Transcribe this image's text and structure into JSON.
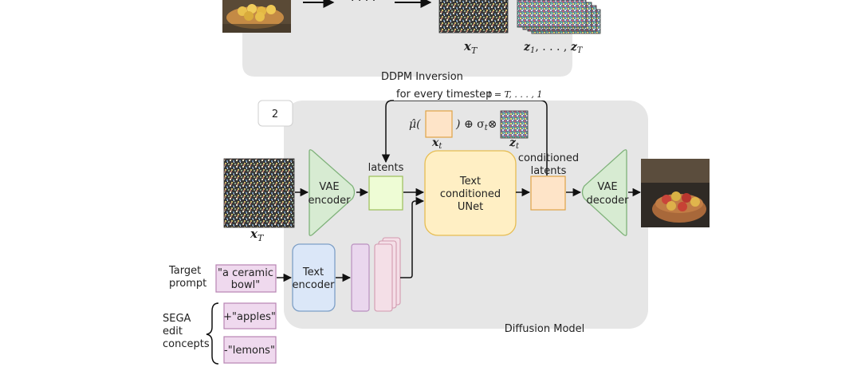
{
  "ddpm": {
    "label": "DDPM Inversion",
    "xT": "x",
    "xT_sub": "T",
    "z_seq": "z",
    "z_seq_rest": "1, . . . , z",
    "z_seq_sub": "T"
  },
  "diffusion": {
    "step_number": "2",
    "loop_text": "for every timestep",
    "loop_math": "t = T, . . . , 1",
    "formula_mu": "μ̂(",
    "formula_close": ")",
    "formula_rest": "⊕ σ",
    "formula_t": "t",
    "formula_otimes": "⊗",
    "formula_xt": "x",
    "formula_xt_sub": "t",
    "formula_zt": "z",
    "formula_zt_sub": "t",
    "input_label": "x",
    "input_label_sub": "T",
    "vae_encoder_l1": "VAE",
    "vae_encoder_l2": "encoder",
    "latents_label": "latents",
    "unet_l1": "Text",
    "unet_l2": "conditioned",
    "unet_l3": "UNet",
    "cond_l1": "conditioned",
    "cond_l2": "latents",
    "vae_decoder_l1": "VAE",
    "vae_decoder_l2": "decoder",
    "text_encoder_l1": "Text",
    "text_encoder_l2": "encoder",
    "model_label": "Diffusion Model"
  },
  "prompt": {
    "label_l1": "Target",
    "label_l2": "prompt",
    "text_l1": "\"a ceramic",
    "text_l2": "bowl\""
  },
  "sega": {
    "label_l1": "SEGA",
    "label_l2": "edit",
    "label_l3": "concepts",
    "concept_1": "+\"apples\"",
    "concept_2": "-\"lemons\""
  },
  "colors": {
    "panel": "#e6e6e6",
    "vae": "#d7ebd2",
    "vae_stroke": "#7fb27a",
    "latent": "#eefcd5",
    "latent_stroke": "#9bbf59",
    "unet": "#ffefc4",
    "unet_stroke": "#e6bd52",
    "cond": "#fee4c8",
    "cond_stroke": "#dfa345",
    "text_encoder": "#dbe7f8",
    "text_encoder_stroke": "#7e9fc6",
    "embed": "#ead7ee",
    "embed_stroke": "#b98fbf",
    "prompt": "#efd9ee",
    "prompt_stroke": "#b784b3"
  }
}
